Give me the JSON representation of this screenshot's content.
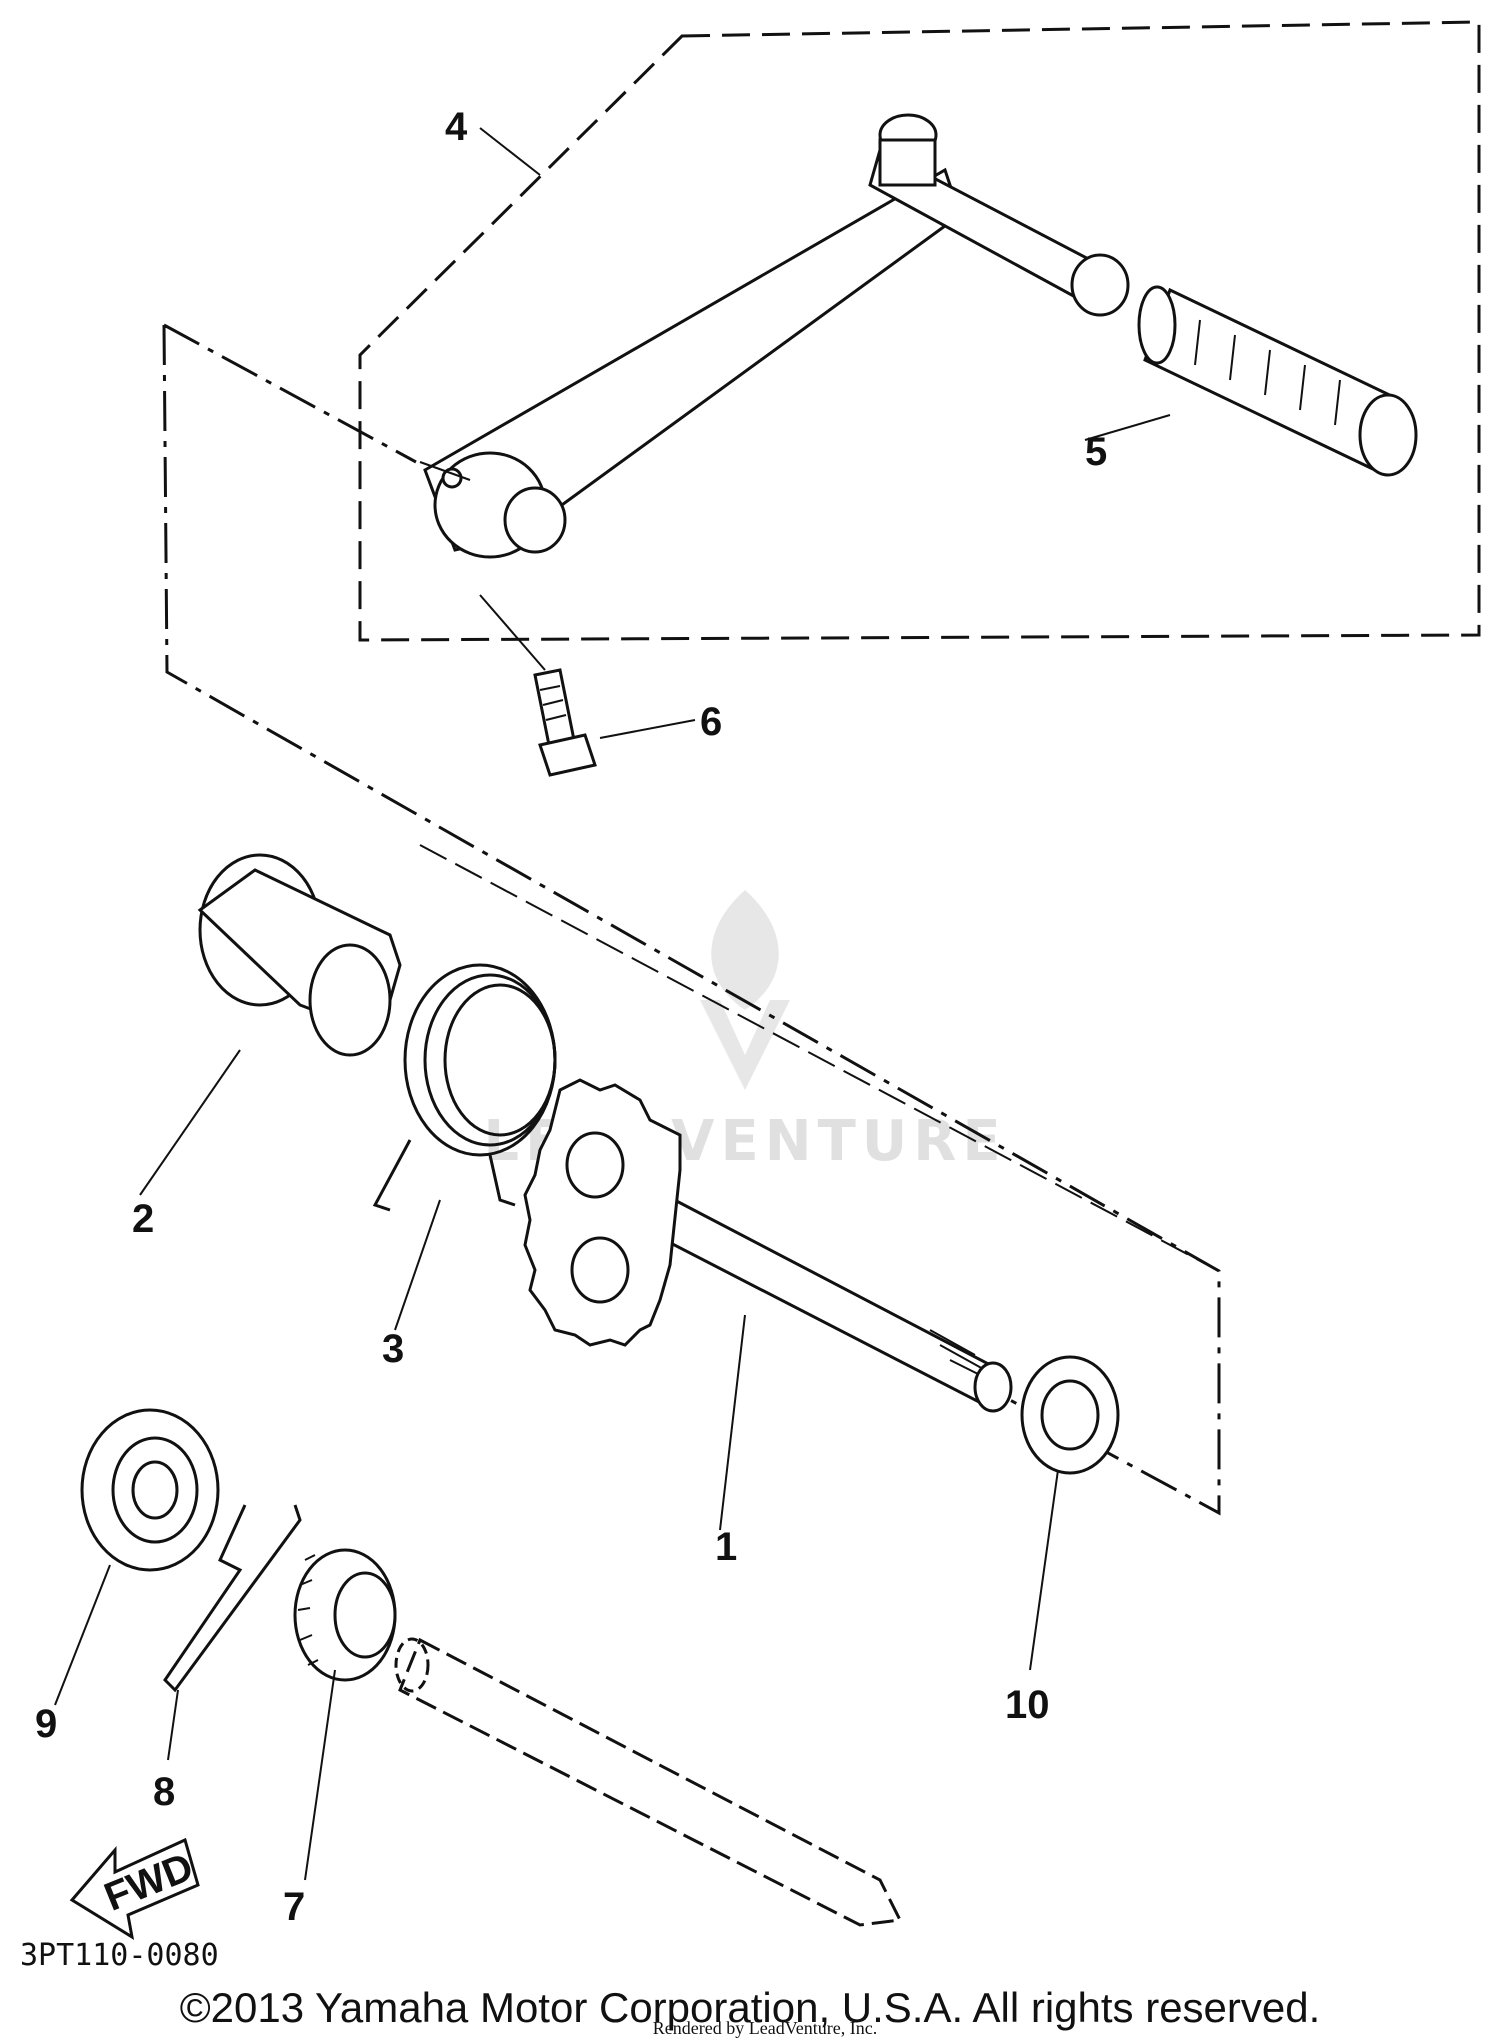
{
  "callouts": {
    "c1": "1",
    "c2": "2",
    "c3": "3",
    "c4": "4",
    "c5": "5",
    "c6": "6",
    "c7": "7",
    "c8": "8",
    "c9": "9",
    "c10": "10"
  },
  "arrow_label": "FWD",
  "diagram_code": "3PT110-0080",
  "watermark": "LEADVENTURE",
  "copyright": "©2013 Yamaha Motor Corporation, U.S.A. All rights reserved.",
  "rendered_by": "Rendered by LeadVenture, Inc."
}
